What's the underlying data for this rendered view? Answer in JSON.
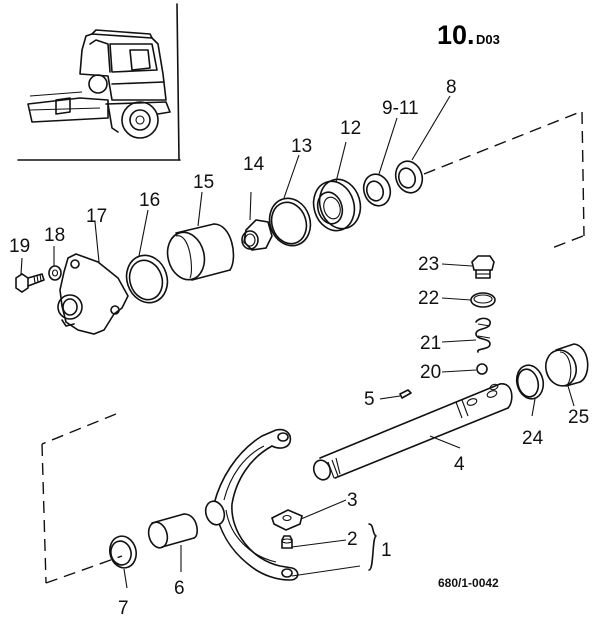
{
  "diagram": {
    "type": "exploded parts diagram",
    "title": {
      "main": "10.",
      "suffix": "D03"
    },
    "reference_code": "680/1-0042",
    "inset": {
      "subject": "truck-cab-chassis-thumbnail"
    },
    "parts": [
      {
        "id": "1",
        "label": "1",
        "name": "shift-fork-assembly"
      },
      {
        "id": "2",
        "label": "2",
        "name": "pin"
      },
      {
        "id": "3",
        "label": "3",
        "name": "lock-plate"
      },
      {
        "id": "4",
        "label": "4",
        "name": "shift-rail"
      },
      {
        "id": "5",
        "label": "5",
        "name": "roll-pin"
      },
      {
        "id": "6",
        "label": "6",
        "name": "bushing"
      },
      {
        "id": "7",
        "label": "7",
        "name": "seal-ring"
      },
      {
        "id": "8",
        "label": "8",
        "name": "seal-ring"
      },
      {
        "id": "9-11",
        "label": "9-11",
        "name": "shim-washers"
      },
      {
        "id": "12",
        "label": "12",
        "name": "bearing"
      },
      {
        "id": "13",
        "label": "13",
        "name": "o-ring"
      },
      {
        "id": "14",
        "label": "14",
        "name": "nut"
      },
      {
        "id": "15",
        "label": "15",
        "name": "sleeve"
      },
      {
        "id": "16",
        "label": "16",
        "name": "gasket-ring"
      },
      {
        "id": "17",
        "label": "17",
        "name": "cover"
      },
      {
        "id": "18",
        "label": "18",
        "name": "lock-washer"
      },
      {
        "id": "19",
        "label": "19",
        "name": "bolt"
      },
      {
        "id": "20",
        "label": "20",
        "name": "ball"
      },
      {
        "id": "21",
        "label": "21",
        "name": "spring"
      },
      {
        "id": "22",
        "label": "22",
        "name": "sealing-ring"
      },
      {
        "id": "23",
        "label": "23",
        "name": "plug-screw"
      },
      {
        "id": "24",
        "label": "24",
        "name": "seal-ring"
      },
      {
        "id": "25",
        "label": "25",
        "name": "end-cap"
      }
    ],
    "group_bracket": {
      "label": "1",
      "includes": [
        "2",
        "fork"
      ]
    }
  }
}
